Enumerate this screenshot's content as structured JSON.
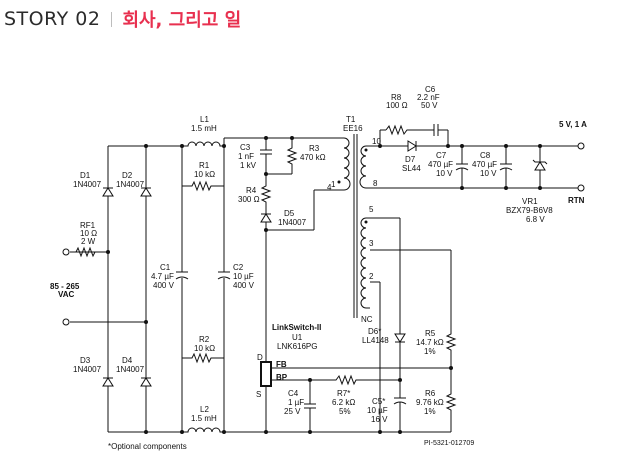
{
  "header": {
    "story": "STORY 02",
    "category": "회사, 그리고 일"
  },
  "labels": {
    "L1": [
      "L1",
      "1.5 mH"
    ],
    "L2": [
      "L2",
      "1.5 mH"
    ],
    "R1": [
      "R1",
      "10 kΩ"
    ],
    "R2": [
      "R2",
      "10 kΩ"
    ],
    "C1": [
      "C1",
      "4.7 µF",
      "400 V"
    ],
    "C2": [
      "C2",
      "10 µF",
      "400 V"
    ],
    "D1": [
      "D1",
      "1N4007"
    ],
    "D2": [
      "D2",
      "1N4007"
    ],
    "D3": [
      "D3",
      "1N4007"
    ],
    "D4": [
      "D4",
      "1N4007"
    ],
    "RF1": [
      "RF1",
      "10 Ω",
      "2 W"
    ],
    "AC": [
      "85 - 265",
      "VAC"
    ],
    "C3": [
      "C3",
      "1 nF",
      "1 kV"
    ],
    "R3": [
      "R3",
      "470 kΩ"
    ],
    "R4": [
      "R4",
      "300 Ω"
    ],
    "D5": [
      "D5",
      "1N4007"
    ],
    "T1": [
      "T1",
      "EE16"
    ],
    "R8": [
      "R8",
      "100 Ω"
    ],
    "C6": [
      "C6",
      "2.2 nF",
      "50 V"
    ],
    "D7": [
      "D7",
      "SL44"
    ],
    "C7": [
      "C7",
      "470 µF",
      "10 V"
    ],
    "C8": [
      "C8",
      "470 µF",
      "10 V"
    ],
    "VR1": [
      "VR1",
      "BZX79-B6V8",
      "6.8 V"
    ],
    "OUT": [
      "5 V, 1 A"
    ],
    "RTN": [
      "RTN"
    ],
    "U1": [
      "LinkSwitch-II",
      "U1",
      "LNK616PG"
    ],
    "D6": [
      "D6*",
      "LL4148"
    ],
    "R5": [
      "R5",
      "14.7 kΩ",
      "1%"
    ],
    "R6": [
      "R6",
      "9.76 kΩ",
      "1%"
    ],
    "C4": [
      "C4",
      "1 µF",
      "25 V"
    ],
    "R7": [
      "R7*",
      "6.2 kΩ",
      "5%"
    ],
    "C5": [
      "C5*",
      "10 µF",
      "16 V"
    ],
    "pins": {
      "p10": "10",
      "p8": "8",
      "p1": "1",
      "p4": "4",
      "p5": "5",
      "p3": "3",
      "p2": "2",
      "nc": "NC",
      "D": "D",
      "FB": "FB",
      "BP": "BP",
      "S": "S"
    },
    "footnote": "*Optional components",
    "docid": "PI-5321-012709"
  }
}
